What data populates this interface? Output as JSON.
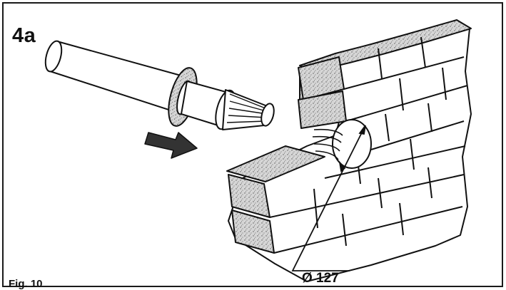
{
  "figure": {
    "step_label": "4a",
    "caption": "Fig. 10",
    "dimension_label": "Ø 127",
    "icons": [
      "flue-pipe-icon",
      "insertion-arrow-icon",
      "brick-wall-icon",
      "wall-hole-icon"
    ],
    "colors": {
      "ink": "#111111",
      "stone": "#cfcfcf",
      "paper": "#ffffff"
    }
  }
}
